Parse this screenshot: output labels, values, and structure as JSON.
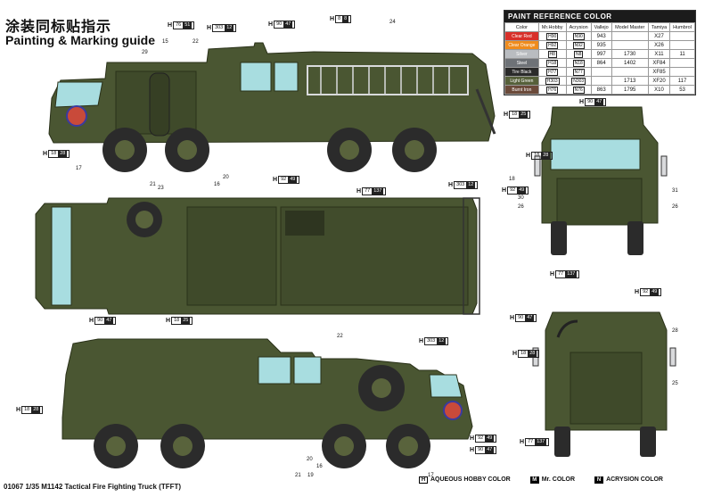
{
  "title_cn": "涂装同标贴指示",
  "title_en": "Painting & Marking guide",
  "paint_table": {
    "title": "PAINT  REFERENCE COLOR",
    "headers": [
      "Color",
      "Mr.Hobby",
      "Acrysion",
      "Vallejo",
      "Model Master",
      "Tamiya",
      "Humbrol"
    ],
    "rows": [
      {
        "name": "Clear Red",
        "color": "#d8302a",
        "hobby": "H90",
        "acry": "N90",
        "vallejo": "943",
        "mm": "",
        "tamiya": "X27",
        "humbrol": ""
      },
      {
        "name": "Clear Orange",
        "color": "#ef8b1c",
        "hobby": "H92",
        "acry": "N92",
        "vallejo": "935",
        "mm": "",
        "tamiya": "X26",
        "humbrol": ""
      },
      {
        "name": "Silver",
        "color": "#b9bcc0",
        "hobby": "H8",
        "acry": "N8",
        "vallejo": "997",
        "mm": "1730",
        "tamiya": "X11",
        "humbrol": "11"
      },
      {
        "name": "Steel",
        "color": "#6e7277",
        "hobby": "H18",
        "acry": "N18",
        "vallejo": "864",
        "mm": "1402",
        "tamiya": "XF84",
        "humbrol": ""
      },
      {
        "name": "Tire Black",
        "color": "#2a2a2a",
        "hobby": "H77",
        "acry": "N77",
        "vallejo": "",
        "mm": "",
        "tamiya": "XF85",
        "humbrol": ""
      },
      {
        "name": "Light Green",
        "color": "#56603a",
        "hobby": "H303",
        "acry": "N303",
        "vallejo": "",
        "mm": "1713",
        "tamiya": "XF20",
        "humbrol": "117"
      },
      {
        "name": "Burnt Iron",
        "color": "#6b4a3a",
        "hobby": "H76",
        "acry": "N76",
        "vallejo": "863",
        "mm": "1795",
        "tamiya": "X10",
        "humbrol": "53"
      }
    ]
  },
  "callouts": [
    {
      "name": "callout-29",
      "text": "29"
    },
    {
      "name": "callout-15",
      "text": "15"
    },
    {
      "name": "callout-22-top",
      "text": "22"
    },
    {
      "name": "callout-24",
      "text": "24"
    },
    {
      "name": "callout-17-top",
      "text": "17"
    },
    {
      "name": "callout-21",
      "text": "21"
    },
    {
      "name": "callout-23",
      "text": "23"
    },
    {
      "name": "callout-16-top",
      "text": "16"
    },
    {
      "name": "callout-20",
      "text": "20"
    },
    {
      "name": "callout-18",
      "text": "18"
    },
    {
      "name": "callout-30",
      "text": "30"
    },
    {
      "name": "callout-26-left",
      "text": "26"
    },
    {
      "name": "callout-31",
      "text": "31"
    },
    {
      "name": "callout-26-right",
      "text": "26"
    },
    {
      "name": "callout-22-bottom",
      "text": "22"
    },
    {
      "name": "callout-28",
      "text": "28"
    },
    {
      "name": "callout-25",
      "text": "25"
    },
    {
      "name": "callout-21-bottom",
      "text": "21"
    },
    {
      "name": "callout-16-bottom",
      "text": "16"
    },
    {
      "name": "callout-20-bottom",
      "text": "20"
    },
    {
      "name": "callout-17-bottom",
      "text": "17"
    },
    {
      "name": "callout-19",
      "text": "19"
    }
  ],
  "codes": [
    {
      "name": "code-76-51",
      "h": "76",
      "n": "51"
    },
    {
      "name": "code-303-12",
      "h": "303",
      "n": "12"
    },
    {
      "name": "code-90-47",
      "h": "90",
      "n": "47"
    },
    {
      "name": "code-8-8",
      "h": "8",
      "n": "8"
    },
    {
      "name": "code-18-25-top",
      "h": "18",
      "n": "25"
    },
    {
      "name": "code-18-28-top",
      "h": "18",
      "n": "28"
    },
    {
      "name": "code-92-49",
      "h": "92",
      "n": "49"
    },
    {
      "name": "code-92-49-b",
      "h": "92",
      "n": "49"
    },
    {
      "name": "code-77-137",
      "h": "77",
      "n": "137"
    },
    {
      "name": "code-303-12-b",
      "h": "303",
      "n": "12"
    },
    {
      "name": "code-90-47-front",
      "h": "90",
      "n": "47"
    },
    {
      "name": "code-18-28-front",
      "h": "18",
      "n": "28"
    },
    {
      "name": "code-92-49-front",
      "h": "92",
      "n": "49"
    },
    {
      "name": "code-77-137-front",
      "h": "77",
      "n": "137"
    },
    {
      "name": "code-90-47-top",
      "h": "90",
      "n": "47"
    },
    {
      "name": "code-18-25-plan",
      "h": "18",
      "n": "25"
    },
    {
      "name": "code-303-12-side",
      "h": "303",
      "n": "12"
    },
    {
      "name": "code-18-28-side",
      "h": "18",
      "n": "28"
    },
    {
      "name": "code-90-47-rear",
      "h": "90",
      "n": "47"
    },
    {
      "name": "code-18-28-rear",
      "h": "18",
      "n": "28"
    },
    {
      "name": "code-77-137-rear",
      "h": "77",
      "n": "137"
    },
    {
      "name": "code-92-49-side",
      "h": "92",
      "n": "49"
    },
    {
      "name": "code-90-47-side",
      "h": "90",
      "n": "47"
    }
  ],
  "footer": "01067  1/35  M1142 Tactical Fire Fighting Truck (TFFT)",
  "legend": [
    {
      "key": "H",
      "label": "AQUEOUS HOBBY COLOR"
    },
    {
      "key": "M",
      "label": "Mr. COLOR"
    },
    {
      "key": "N",
      "label": "ACRYSION COLOR"
    }
  ],
  "colors": {
    "body": "#4a5632",
    "body_dark": "#363f24",
    "glass": "#a8dde0",
    "tire": "#2b2b2b",
    "hub": "#59633c"
  }
}
